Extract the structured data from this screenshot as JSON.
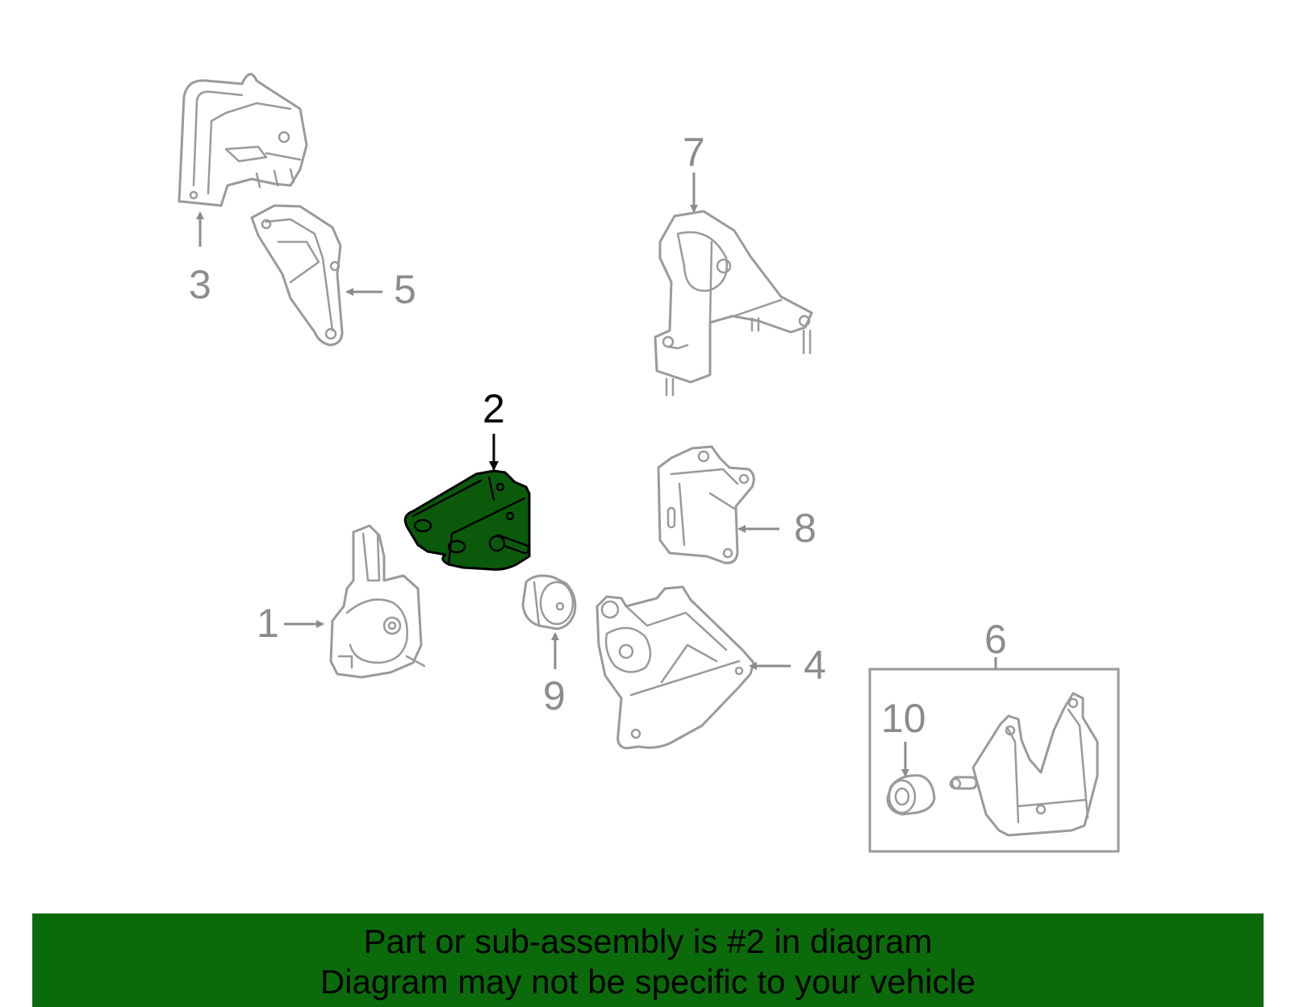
{
  "callouts": {
    "c1": "1",
    "c2": "2",
    "c3": "3",
    "c4": "4",
    "c5": "5",
    "c6": "6",
    "c7": "7",
    "c8": "8",
    "c9": "9",
    "c10": "10"
  },
  "highlighted_part": "2",
  "colors": {
    "highlight_fill": "#0b5a0b",
    "banner_bg": "#0b6b0b",
    "line_gray": "#9a9a9a"
  },
  "banner": {
    "line1": "Part or sub-assembly is #2 in diagram",
    "line2": "Diagram may not be specific to your vehicle"
  }
}
